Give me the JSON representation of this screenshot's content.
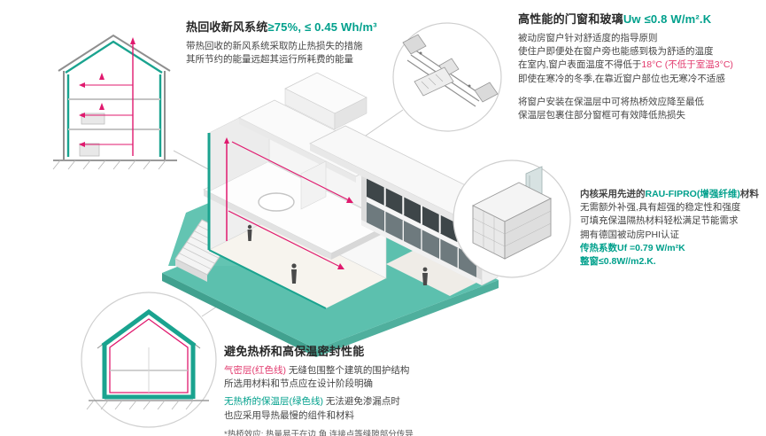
{
  "colors": {
    "accent_green": "#00A08C",
    "accent_red": "#E23A6E",
    "line_red": "#E0196E",
    "teal_graphic": "#1AA38F",
    "ground_teal": "#5CC0AE"
  },
  "ventilation": {
    "title_black": "热回收新风系统",
    "title_green": "≥75%, ≤ 0.45 Wh/m³",
    "body1": "带热回收的新风系统采取防止热损失的措施",
    "body2": "其所节约的能量远超其运行所耗费的能量"
  },
  "windows": {
    "title_black": "高性能的门窗和玻璃",
    "title_green": "Uw ≤0.8 W/m².K",
    "l1": "被动房窗户针对舒适度的指导原则",
    "l2": "使住户即便处在窗户旁也能感到极为舒适的温度",
    "l3a": "在室内,窗户表面温度不得低于",
    "l3b": "18°C (不低于室温3°C)",
    "l4": "即使在寒冷的冬季,在靠近窗户部位也无寒冷不适感",
    "l5": "将窗户安装在保温层中可将热桥效应降至最低",
    "l6": "保温层包裹住部分窗框可有效降低热损失"
  },
  "profile": {
    "l1a": "内核采用先进的",
    "l1b": "RAU-FIPRO(增强纤维)",
    "l1c": "材料",
    "l2": "无需额外补强,具有超强的稳定性和强度",
    "l3": "可填充保温隔热材料轻松满足节能需求",
    "l4": "拥有德国被动房PHI认证",
    "l5": "传热系数Uf =0.79 W/m²K",
    "l6": "整窗≤0.8W//m2.K."
  },
  "thermal": {
    "title": "避免热桥和高保温密封性能",
    "l1a": "气密层(红色线)",
    "l1b": " 无缝包围整个建筑的围护结构",
    "l2": "所选用材料和节点应在设计阶段明确",
    "l3a": "无热桥的保温层(绿色线)",
    "l3b": " 无法避免渗漏点时",
    "l4": "也应采用导热最慢的组件和材料",
    "foot": "*热桥效应: 热量易于在边,角,连接点等缝隙部分传导"
  },
  "graphics": {
    "callouts": [
      "ventilation-house-section",
      "window-corner-detail",
      "window-frame-profile",
      "thermal-envelope-section"
    ],
    "main": "isometric-passive-house"
  }
}
